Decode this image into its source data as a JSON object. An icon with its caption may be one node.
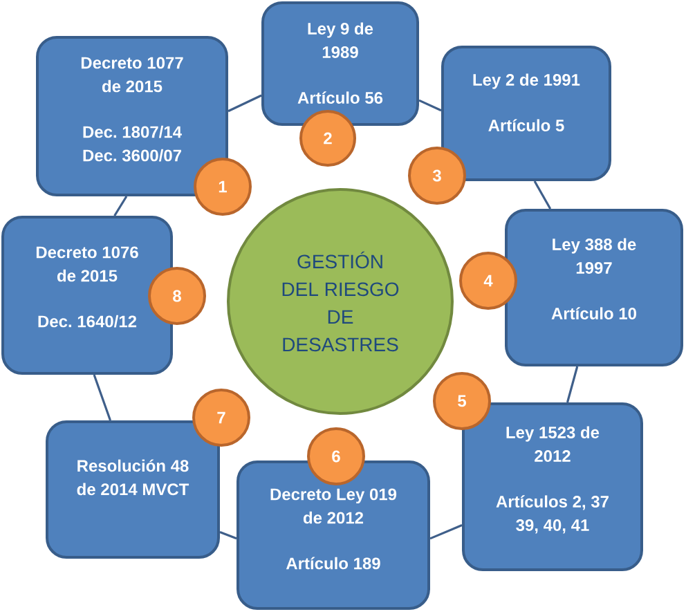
{
  "diagram": {
    "nodes": [
      {
        "text": [
          "GESTIÓN DEL RIESGO DE DESASTRES"
        ]
      },
      {
        "text": [
          "Decreto 1077 de 2015",
          "Dec. 1807/14 Dec. 3600/07"
        ]
      },
      {
        "text": [
          "Ley 9 de 1989",
          "Artículo 56"
        ]
      },
      {
        "text": [
          "Ley 2 de 1991",
          "Artículo 5"
        ]
      },
      {
        "text": [
          "Ley 388 de 1997",
          "Artículo 10"
        ]
      },
      {
        "text": [
          "Ley 1523 de 2012",
          "Artículos 2, 37 39, 40, 41"
        ]
      },
      {
        "text": [
          "Decreto Ley 019 de 2012",
          "Artículo 189"
        ]
      },
      {
        "text": [
          "Resolución 48 de 2014 MVCT"
        ]
      },
      {
        "text": [
          "Decreto 1076 de 2015",
          "Dec. 1640/12"
        ]
      },
      {
        "text": [
          "1"
        ]
      },
      {
        "text": [
          "2"
        ]
      },
      {
        "text": [
          "3"
        ]
      },
      {
        "text": [
          "4"
        ]
      },
      {
        "text": [
          "5"
        ]
      },
      {
        "text": [
          "6"
        ]
      },
      {
        "text": [
          "7"
        ]
      },
      {
        "text": [
          "8"
        ]
      }
    ],
    "edges": [
      {
        "from": 1,
        "to": 2,
        "arrow": "none"
      },
      {
        "from": 2,
        "to": 3,
        "arrow": "none"
      },
      {
        "from": 3,
        "to": 4,
        "arrow": "none"
      },
      {
        "from": 4,
        "to": 5,
        "arrow": "none"
      },
      {
        "from": 5,
        "to": 6,
        "arrow": "none"
      },
      {
        "from": 6,
        "to": 7,
        "arrow": "none"
      },
      {
        "from": 7,
        "to": 8,
        "arrow": "none"
      },
      {
        "from": 8,
        "to": 1,
        "arrow": "none"
      }
    ]
  }
}
